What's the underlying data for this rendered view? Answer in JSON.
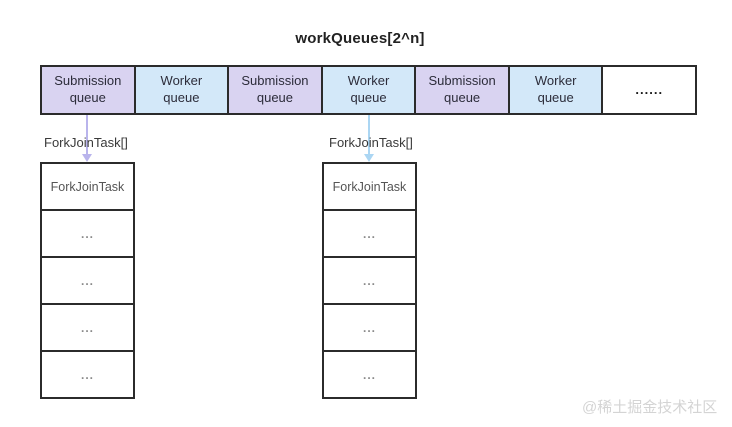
{
  "title": "workQueues[2^n]",
  "colors": {
    "submission_fill": "#d9d3f1",
    "worker_fill": "#d3e8f9",
    "border": "#2b2b2b",
    "arrow_submission": "#b9b4ec",
    "arrow_worker": "#abd6f3",
    "watermark": "#d4d4d4"
  },
  "queue_row": {
    "cells": [
      {
        "label": "Submission queue",
        "type": "submission"
      },
      {
        "label": "Worker queue",
        "type": "worker"
      },
      {
        "label": "Submission queue",
        "type": "submission"
      },
      {
        "label": "Worker queue",
        "type": "worker"
      },
      {
        "label": "Submission queue",
        "type": "submission"
      },
      {
        "label": "Worker queue",
        "type": "worker"
      },
      {
        "label": "......",
        "type": "ellipsis"
      }
    ]
  },
  "task_arrays": [
    {
      "label": "ForkJoinTask[]",
      "cells": [
        "ForkJoinTask",
        "...",
        "...",
        "...",
        "..."
      ]
    },
    {
      "label": "ForkJoinTask[]",
      "cells": [
        "ForkJoinTask",
        "...",
        "...",
        "...",
        "..."
      ]
    }
  ],
  "watermark": "@稀土掘金技术社区"
}
